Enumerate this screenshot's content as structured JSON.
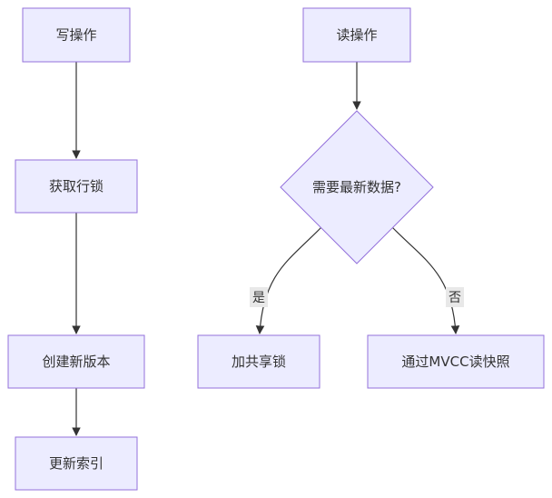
{
  "diagram": {
    "nodes": {
      "write_op": "写操作",
      "acquire_row_lock": "获取行锁",
      "create_new_version": "创建新版本",
      "update_index": "更新索引",
      "read_op": "读操作",
      "need_latest": "需要最新数据?",
      "shared_lock": "加共享锁",
      "mvcc_snapshot": "通过MVCC读快照"
    },
    "edge_labels": {
      "yes": "是",
      "no": "否"
    },
    "colors": {
      "node_fill": "#ECECFF",
      "node_stroke": "#9370DB",
      "line": "#333333",
      "edge_label_bg": "#e8e8e8",
      "text": "#333333"
    }
  }
}
